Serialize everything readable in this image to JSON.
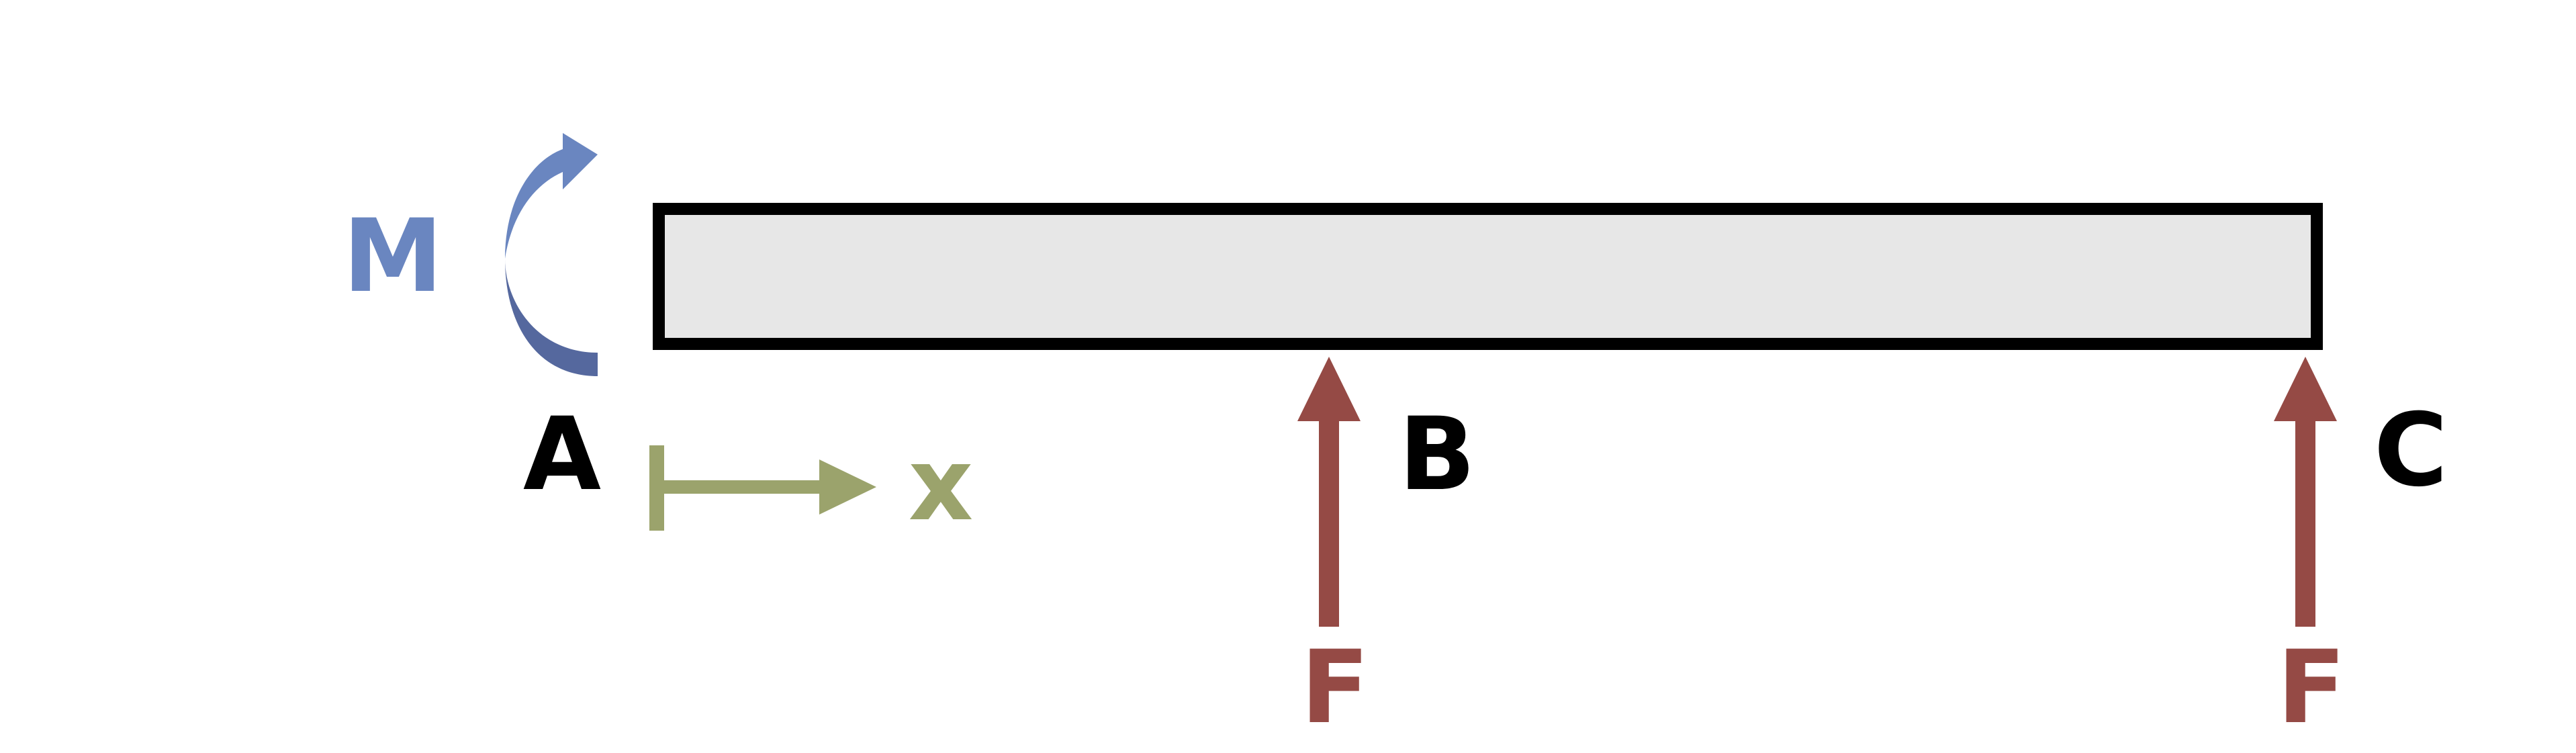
{
  "labels": {
    "moment": "M",
    "point_a": "A",
    "point_b": "B",
    "point_c": "C",
    "axis_x": "x",
    "force_b": "F",
    "force_c": "F"
  },
  "colors": {
    "beam_fill": "#e7e7e7",
    "beam_stroke": "#000000",
    "moment": "#6a86c0",
    "moment_dark": "#55689e",
    "force": "#954a45",
    "axis": "#9ba36c",
    "text": "#000000"
  }
}
